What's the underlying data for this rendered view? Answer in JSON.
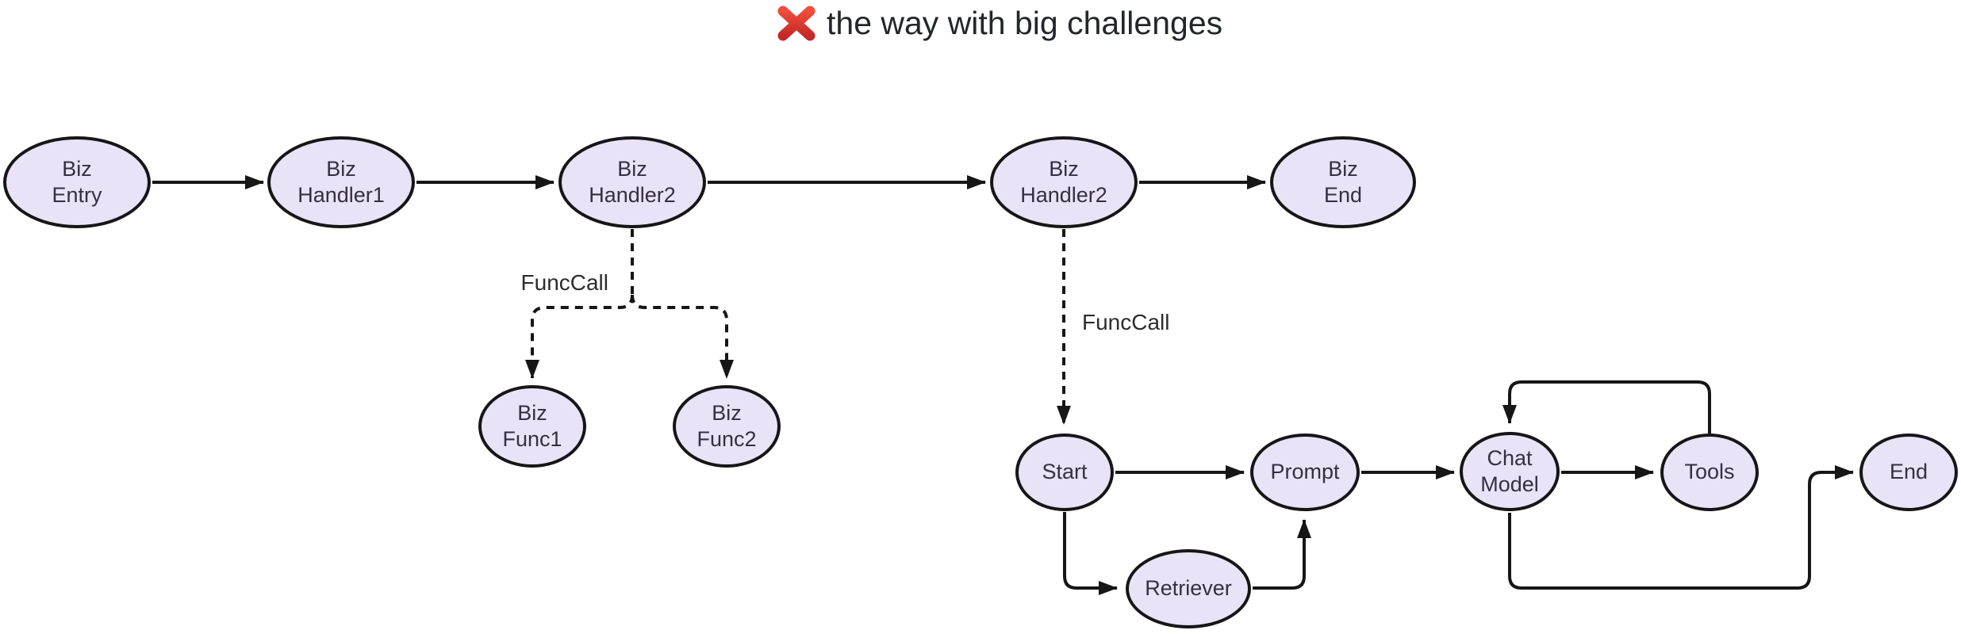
{
  "title": {
    "text": "the way with big challenges",
    "icon": "cross-mark",
    "icon_color_top": "#ef4d3d",
    "icon_color_bottom": "#c62828"
  },
  "colors": {
    "background": "#ffffff",
    "node_fill": "#e9e3f8",
    "node_border": "#161616",
    "edge": "#161616",
    "node_text": "#352f44",
    "title_text": "#23262b"
  },
  "nodes": [
    {
      "id": "biz-entry",
      "lines": [
        "Biz",
        "Entry"
      ]
    },
    {
      "id": "biz-handler1",
      "lines": [
        "Biz",
        "Handler1"
      ]
    },
    {
      "id": "biz-handler2",
      "lines": [
        "Biz",
        "Handler2"
      ]
    },
    {
      "id": "biz-handler2-2",
      "lines": [
        "Biz",
        "Handler2"
      ]
    },
    {
      "id": "biz-end",
      "lines": [
        "Biz",
        "End"
      ]
    },
    {
      "id": "biz-func1",
      "lines": [
        "Biz",
        "Func1"
      ]
    },
    {
      "id": "biz-func2",
      "lines": [
        "Biz",
        "Func2"
      ]
    },
    {
      "id": "start",
      "lines": [
        "Start"
      ]
    },
    {
      "id": "prompt",
      "lines": [
        "Prompt"
      ]
    },
    {
      "id": "chat-model",
      "lines": [
        "Chat",
        "Model"
      ]
    },
    {
      "id": "tools",
      "lines": [
        "Tools"
      ]
    },
    {
      "id": "end",
      "lines": [
        "End"
      ]
    },
    {
      "id": "retriever",
      "lines": [
        "Retriever"
      ]
    }
  ],
  "edge_labels": {
    "funccall1": "FuncCall",
    "funccall2": "FuncCall"
  },
  "edges": [
    {
      "from": "biz-entry",
      "to": "biz-handler1",
      "style": "solid"
    },
    {
      "from": "biz-handler1",
      "to": "biz-handler2",
      "style": "solid"
    },
    {
      "from": "biz-handler2",
      "to": "biz-handler2-2",
      "style": "solid"
    },
    {
      "from": "biz-handler2-2",
      "to": "biz-end",
      "style": "solid"
    },
    {
      "from": "biz-handler2",
      "to": "biz-func1",
      "style": "dashed",
      "label": "FuncCall"
    },
    {
      "from": "biz-handler2",
      "to": "biz-func2",
      "style": "dashed"
    },
    {
      "from": "biz-handler2-2",
      "to": "start",
      "style": "dashed",
      "label": "FuncCall"
    },
    {
      "from": "start",
      "to": "prompt",
      "style": "solid"
    },
    {
      "from": "start",
      "to": "retriever",
      "style": "solid"
    },
    {
      "from": "retriever",
      "to": "prompt",
      "style": "solid"
    },
    {
      "from": "prompt",
      "to": "chat-model",
      "style": "solid"
    },
    {
      "from": "chat-model",
      "to": "tools",
      "style": "solid"
    },
    {
      "from": "tools",
      "to": "chat-model",
      "style": "solid"
    },
    {
      "from": "chat-model",
      "to": "end",
      "style": "solid"
    }
  ]
}
